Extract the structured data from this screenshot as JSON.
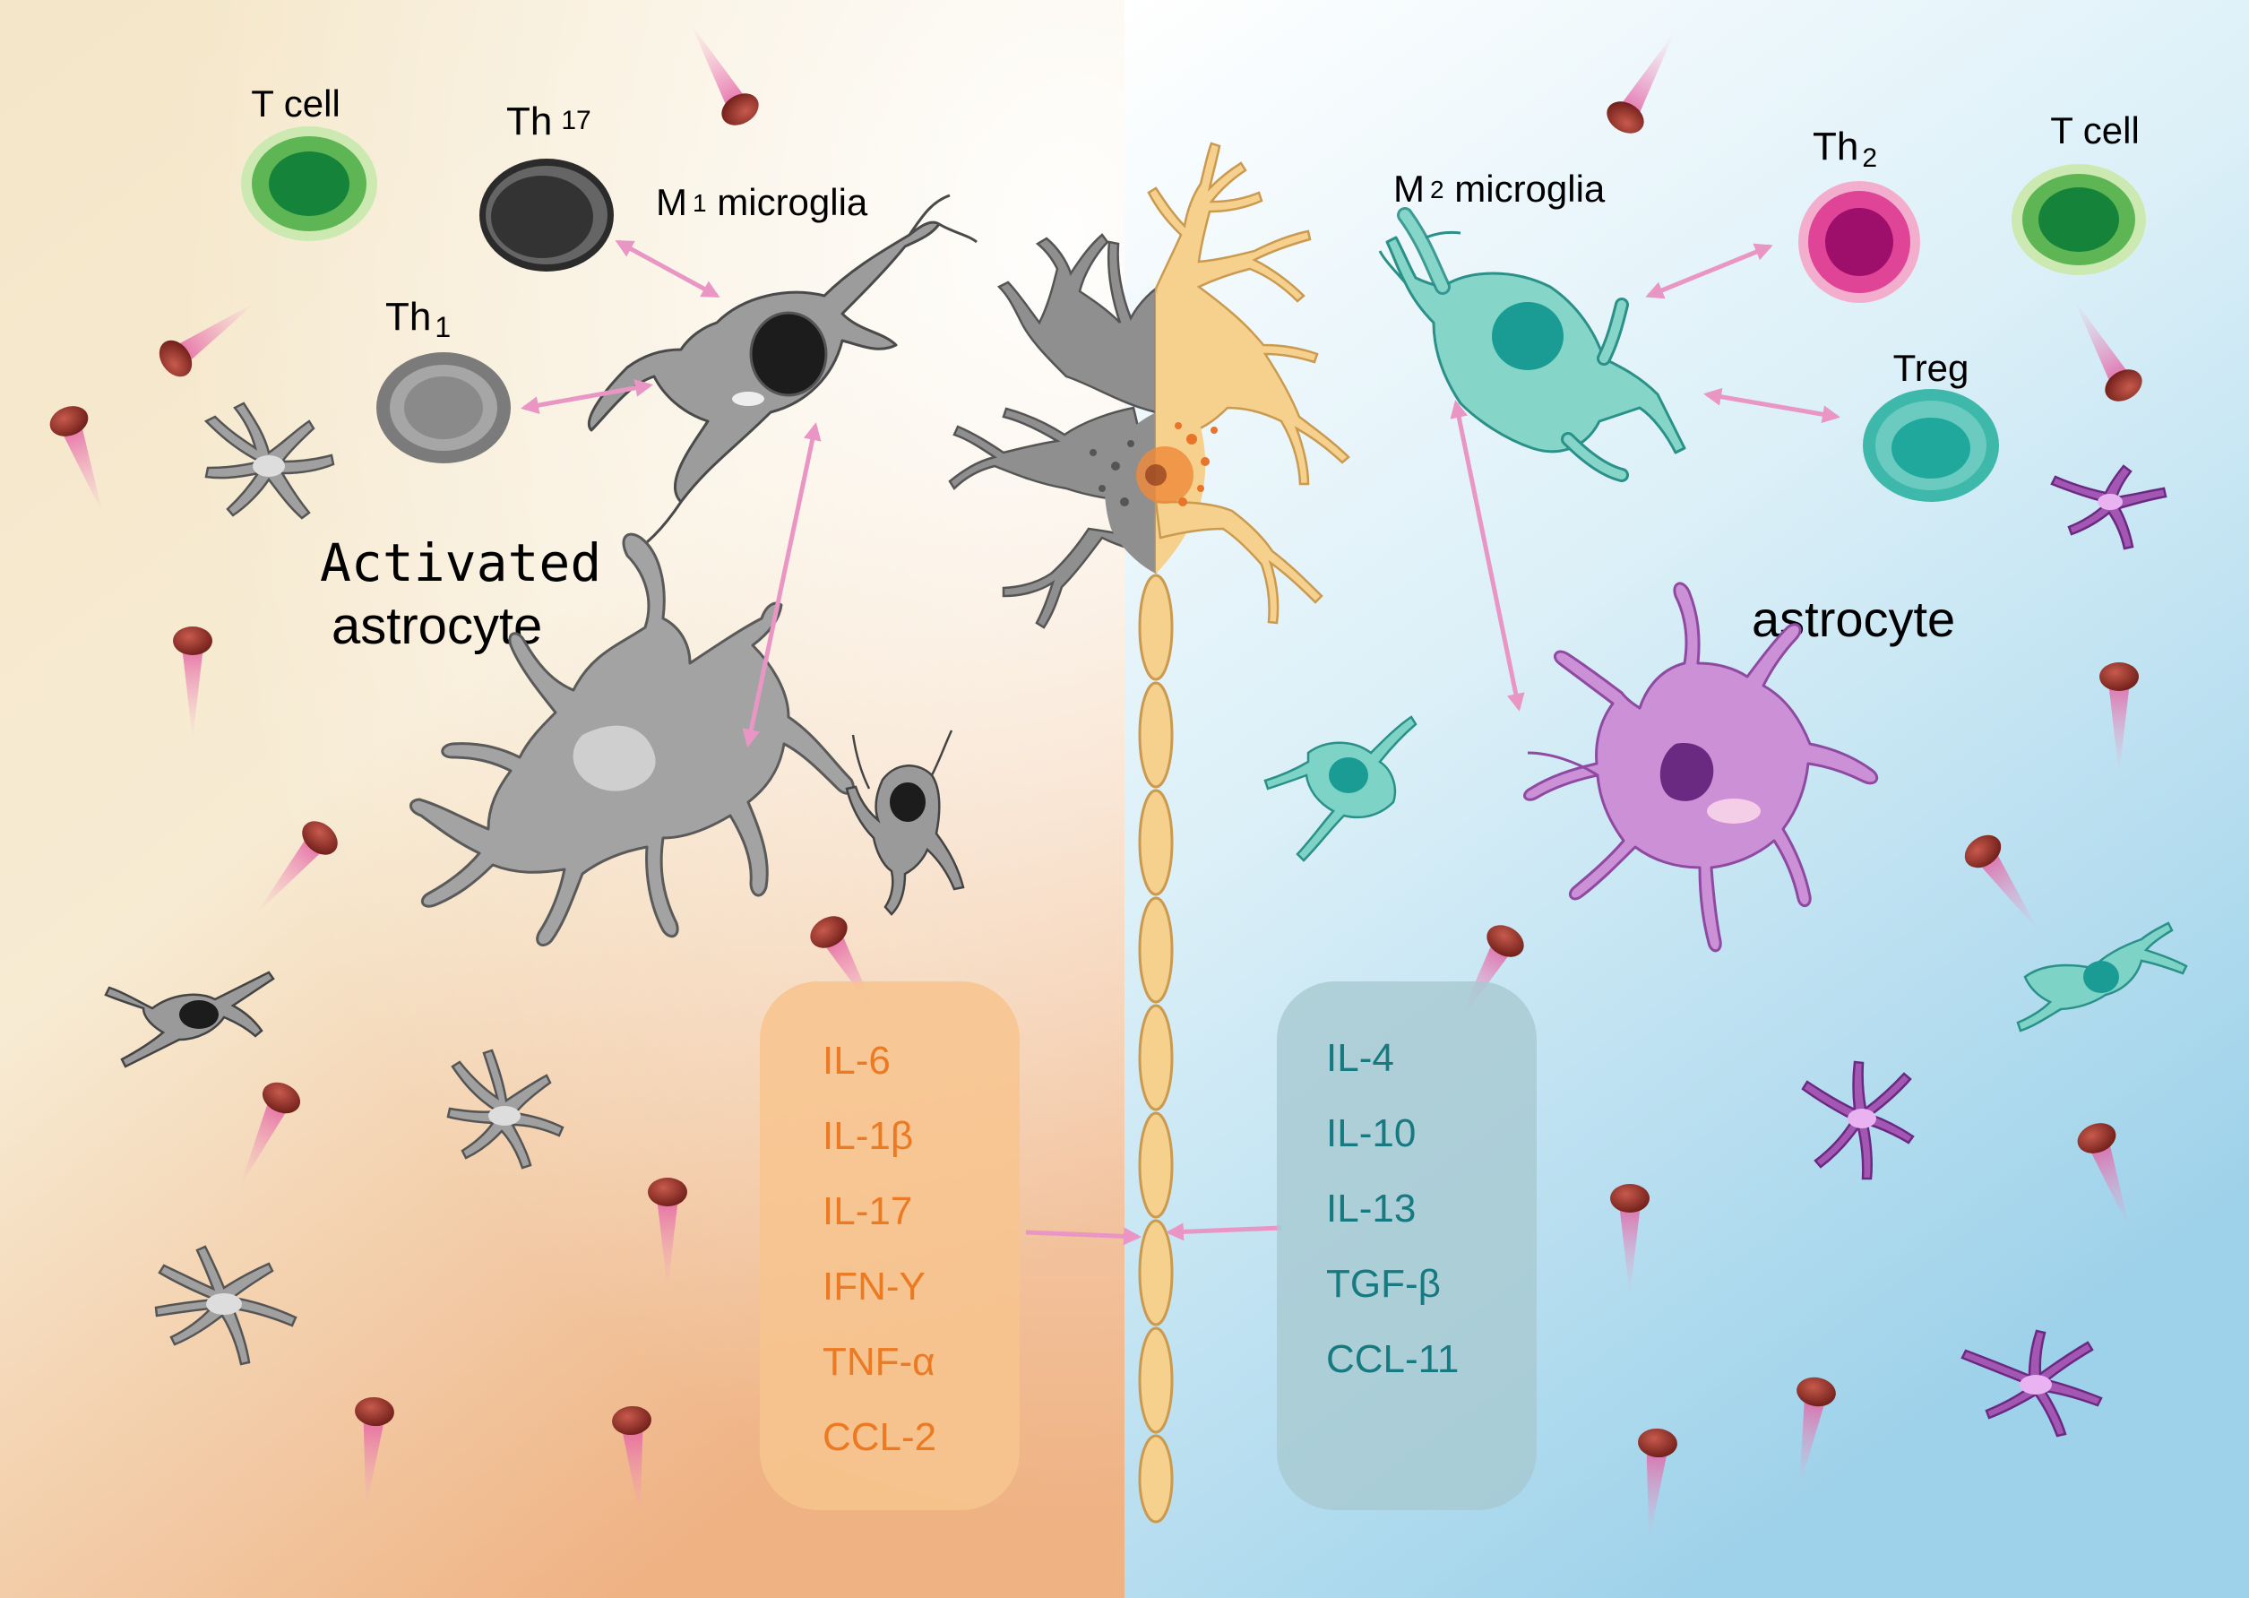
{
  "left_panel": {
    "labels": {
      "t_cell": "T cell",
      "th17_main": "Th",
      "th17_sub": "17",
      "th1_main": "Th",
      "th1_sub": "1",
      "m1_main": "M",
      "m1_sub": "1",
      "m1_rest": " microglia",
      "activated_line1": "Activated",
      "activated_line2": "astrocyte"
    },
    "cytokines": [
      "IL-6",
      "IL-1β",
      "IL-17",
      "IFN-Y",
      "TNF-α",
      "CCL-2"
    ],
    "colors": {
      "background_top": "#fbf7ec",
      "background_bottom": "#f1b58a",
      "cytokine_box": "#f7c48e",
      "cytokine_text": "#ec7a22",
      "t_cell": "#1f9a3d",
      "th17": "#333333",
      "th1": "#8a8a8a",
      "microglia": "#9a9a9a"
    }
  },
  "right_panel": {
    "labels": {
      "m2_main": "M",
      "m2_sub": "2",
      "m2_rest": " microglia",
      "th2_main": "Th",
      "th2_sub": "2",
      "t_cell": "T cell",
      "treg": "Treg",
      "astrocyte": "astrocyte"
    },
    "cytokines": [
      "IL-4",
      "IL-10",
      "IL-13",
      "TGF-β",
      "CCL-11"
    ],
    "colors": {
      "background_top": "#f4fafd",
      "background_bottom": "#9fd3eb",
      "cytokine_box": "#a8c9d1",
      "cytokine_text": "#167a80",
      "th2": "#c8167f",
      "t_cell": "#1f9a3d",
      "treg": "#1fa89b",
      "microglia": "#7dd3c6",
      "astrocyte": "#c98bd3"
    }
  },
  "center": {
    "colors": {
      "neuron_left": "#8f8f8f",
      "neuron_right": "#f6d18e",
      "nucleus": "#f08a3c",
      "arrow": "#e996c4"
    }
  }
}
